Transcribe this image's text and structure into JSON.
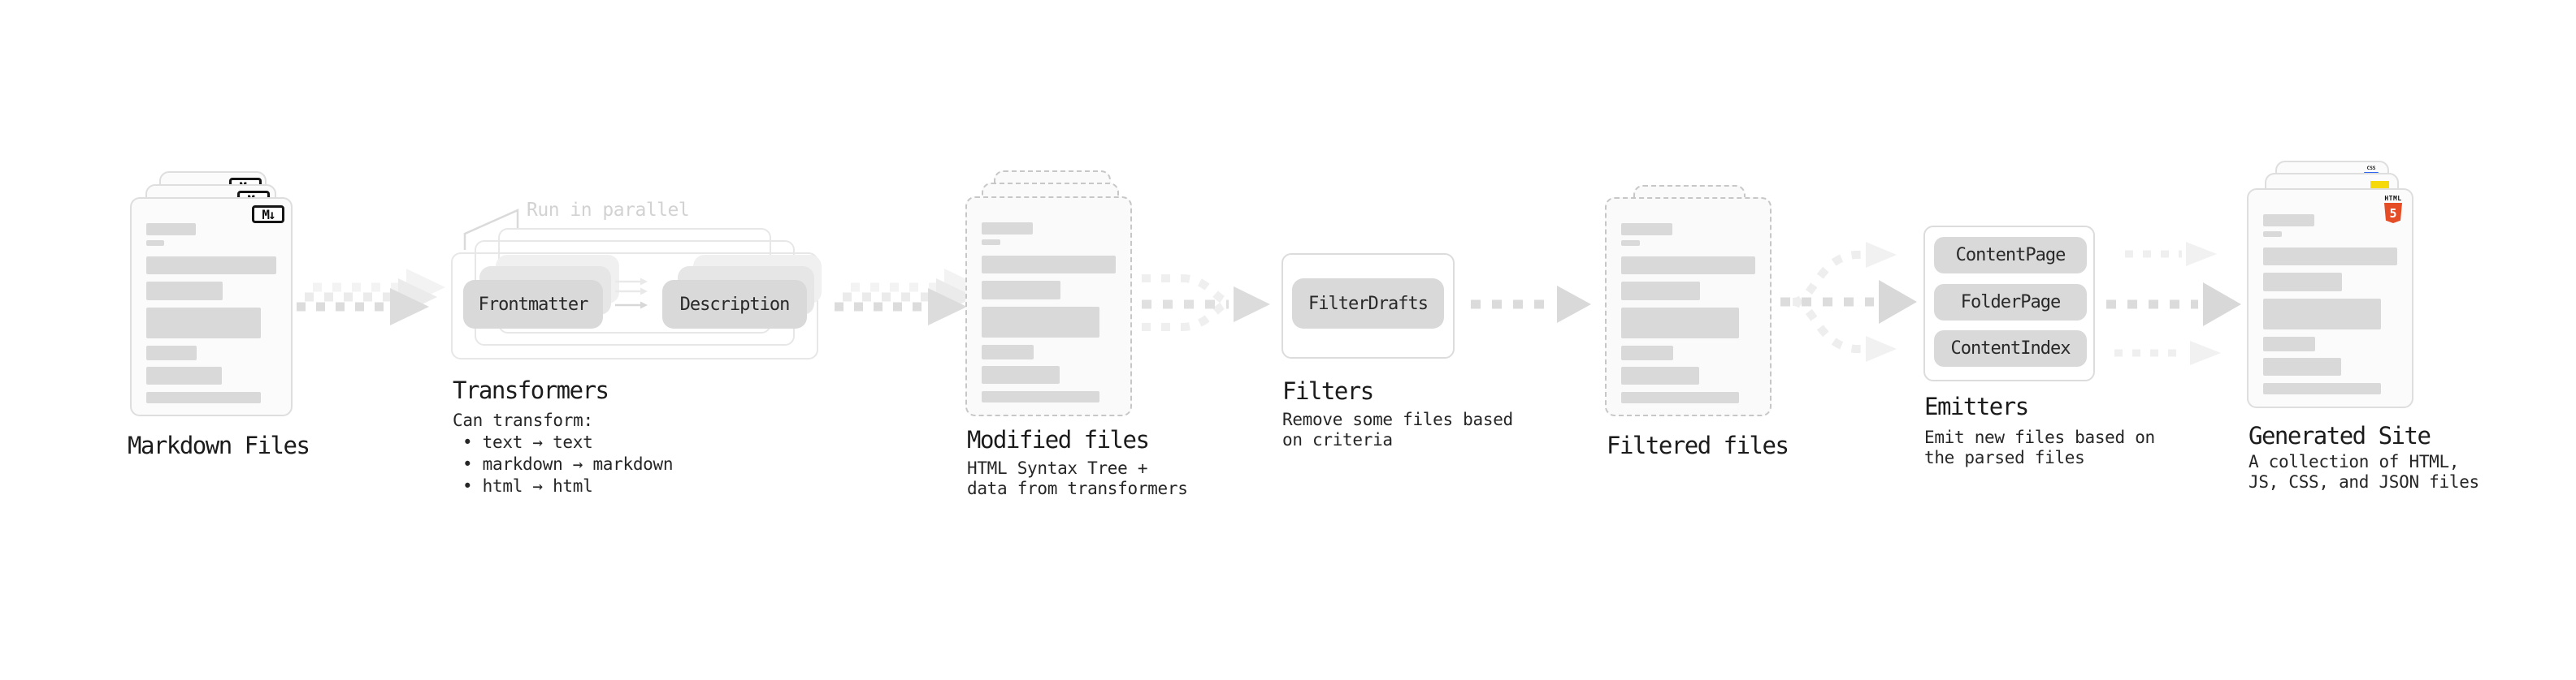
{
  "markdown": {
    "label": "Markdown Files",
    "icon_text": "M↓"
  },
  "transformers": {
    "label": "Transformers",
    "annotation": "Run in parallel",
    "node_a": "Frontmatter",
    "node_b": "Description",
    "note_heading": "Can transform:",
    "bullets": [
      "• text → text",
      "• markdown → markdown",
      "• html → html"
    ]
  },
  "modified": {
    "label": "Modified files",
    "description": "HTML Syntax Tree +\ndata from transformers"
  },
  "filters": {
    "label": "Filters",
    "node": "FilterDrafts",
    "description": "Remove some files based\non criteria"
  },
  "filtered": {
    "label": "Filtered files"
  },
  "emitters": {
    "label": "Emitters",
    "nodes": [
      "ContentPage",
      "FolderPage",
      "ContentIndex"
    ],
    "description": "Emit new files based on\nthe parsed files"
  },
  "generated": {
    "label": "Generated Site",
    "description": "A collection of HTML,\nJS, CSS, and JSON files",
    "css_badge": "CSS",
    "html_badge_word": "HTML",
    "html_badge_number": "5"
  },
  "colors": {
    "html5_orange": "#e44d26",
    "js_yellow": "#f5d90a",
    "css_blue": "#2d65f2"
  }
}
